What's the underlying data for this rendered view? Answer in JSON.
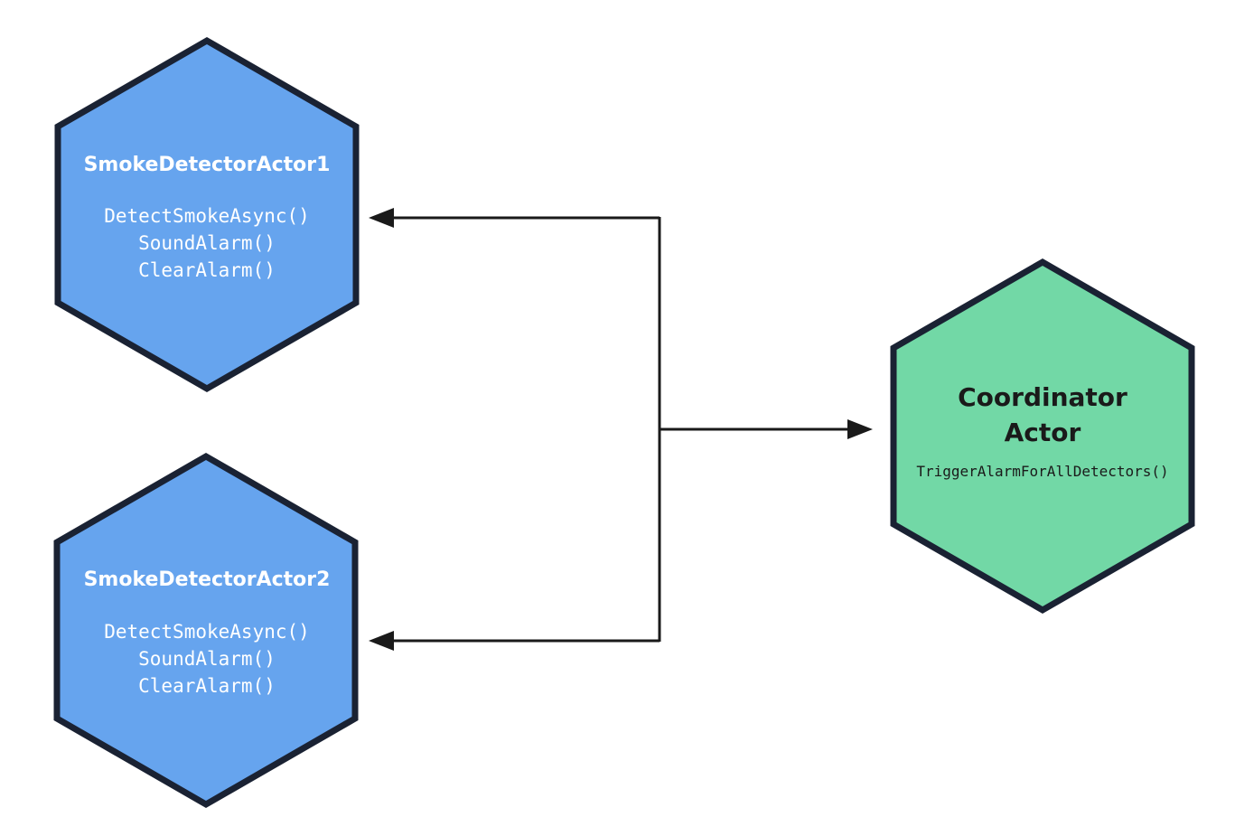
{
  "colors": {
    "detector_fill": "#66a4ee",
    "coordinator_fill": "#72d8a6",
    "outline": "#1a2233",
    "connector": "#1a1a1a"
  },
  "nodes": {
    "detector1": {
      "title": "SmokeDetectorActor1",
      "methods": [
        "DetectSmokeAsync()",
        "SoundAlarm()",
        "ClearAlarm()"
      ]
    },
    "detector2": {
      "title": "SmokeDetectorActor2",
      "methods": [
        "DetectSmokeAsync()",
        "SoundAlarm()",
        "ClearAlarm()"
      ]
    },
    "coordinator": {
      "title_line1": "Coordinator",
      "title_line2": "Actor",
      "method": "TriggerAlarmForAllDetectors()"
    }
  }
}
